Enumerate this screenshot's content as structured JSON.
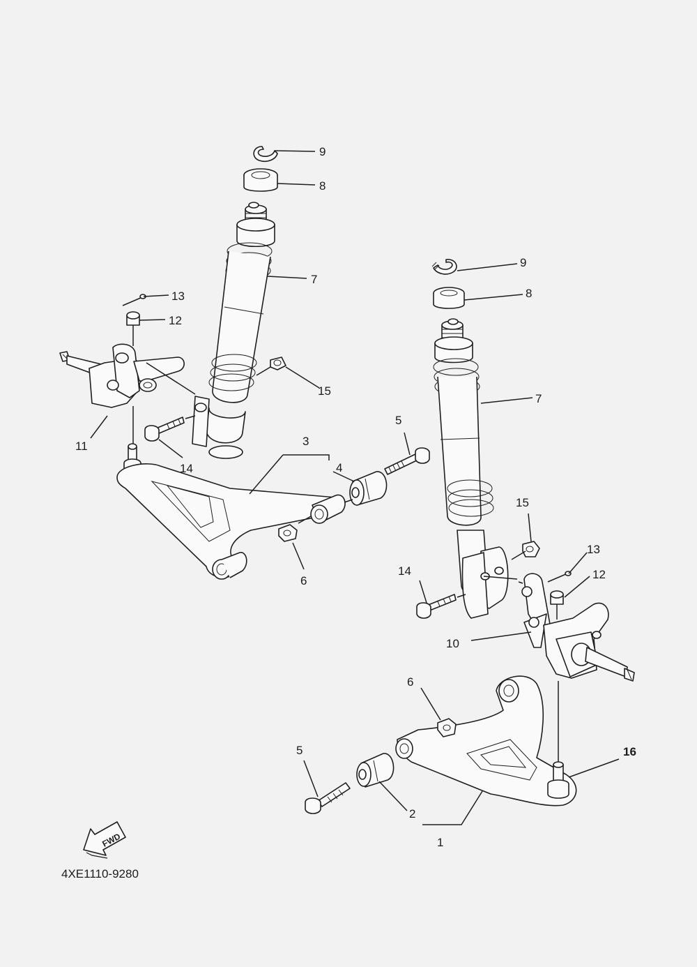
{
  "diagram": {
    "code": "4XE1110-9280",
    "fwd_label": "FWD",
    "callouts": {
      "c1": "1",
      "c2": "2",
      "c3": "3",
      "c4": "4",
      "c5a": "5",
      "c5b": "5",
      "c6a": "6",
      "c6b": "6",
      "c7a": "7",
      "c7b": "7",
      "c8a": "8",
      "c8b": "8",
      "c9a": "9",
      "c9b": "9",
      "c10": "10",
      "c11": "11",
      "c12a": "12",
      "c12b": "12",
      "c13a": "13",
      "c13b": "13",
      "c14a": "14",
      "c14b": "14",
      "c15a": "15",
      "c15b": "15",
      "c16": "16"
    }
  }
}
